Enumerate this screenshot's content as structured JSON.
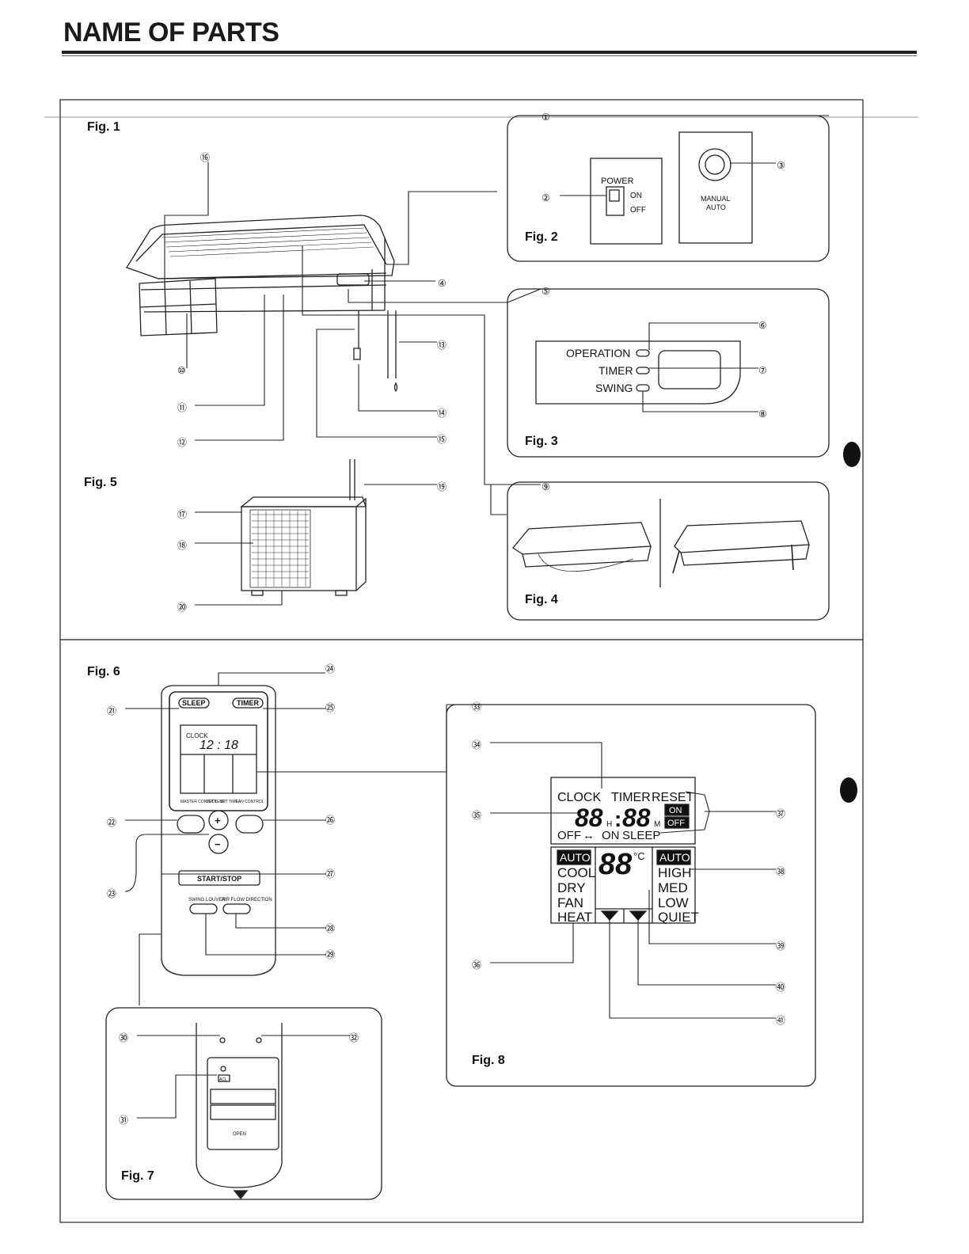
{
  "page": {
    "title": "NAME OF PARTS"
  },
  "figures": {
    "fig1": "Fig. 1",
    "fig2": "Fig. 2",
    "fig3": "Fig. 3",
    "fig4": "Fig. 4",
    "fig5": "Fig. 5",
    "fig6": "Fig. 6",
    "fig7": "Fig. 7",
    "fig8": "Fig. 8"
  },
  "fig2_labels": {
    "power": "POWER",
    "on": "ON",
    "off": "OFF",
    "manual": "MANUAL",
    "auto": "AUTO"
  },
  "fig3_labels": {
    "operation": "OPERATION",
    "timer": "TIMER",
    "swing": "SWING"
  },
  "remote_labels": {
    "sleep": "SLEEP",
    "timer": "TIMER",
    "clock": "CLOCK",
    "time": "12 : 18",
    "master_control": "MASTER CONTROL",
    "set_temp": "SET TEMP.",
    "set_time": "SET TIME",
    "fan_control": "FAN CONTROL",
    "plus": "+",
    "minus": "−",
    "start_stop": "START/STOP",
    "swing_louver": "SWING LOUVER",
    "air_flow_direction": "AIR FLOW DIRECTION",
    "open": "OPEN",
    "acl": "ACL"
  },
  "lcd_labels": {
    "clock": "CLOCK",
    "timer": "TIMER",
    "reset": "RESET",
    "digits_h": "88",
    "h": "H",
    "digits_m": "88",
    "m": "M",
    "on": "ON",
    "off_box": "OFF",
    "off_on": "OFF",
    "arrow": "↔",
    "on_text": "ON",
    "sleep": "SLEEP",
    "mode_auto": "AUTO",
    "cool": "COOL",
    "dry": "DRY",
    "fan": "FAN",
    "heat": "HEAT",
    "temp_digits": "88",
    "degc": "°C",
    "fan_auto": "AUTO",
    "high": "HIGH",
    "med": "MED",
    "low": "LOW",
    "quiet": "QUIET"
  },
  "callouts": [
    "①",
    "②",
    "③",
    "④",
    "⑤",
    "⑥",
    "⑦",
    "⑧",
    "⑨",
    "⑩",
    "⑪",
    "⑫",
    "⑬",
    "⑭",
    "⑮",
    "⑯",
    "⑰",
    "⑱",
    "⑲",
    "⑳",
    "㉑",
    "㉒",
    "㉓",
    "㉔",
    "㉕",
    "㉖",
    "㉗",
    "㉘",
    "㉙",
    "㉚",
    "㉛",
    "㉜",
    "㉝",
    "㉞",
    "㉟",
    "㊱",
    "㊲",
    "㊳",
    "㊴",
    "㊵",
    "㊶"
  ]
}
